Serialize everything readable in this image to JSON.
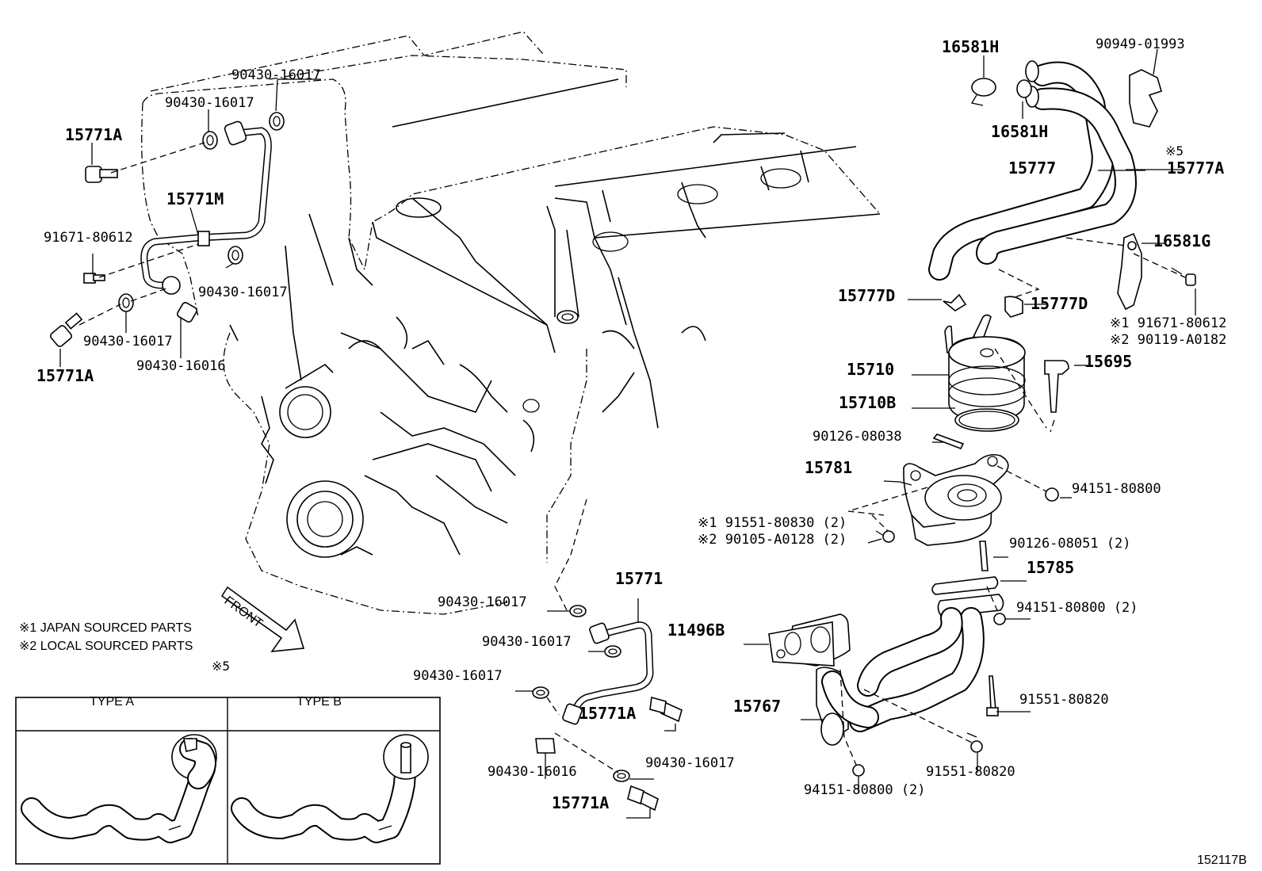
{
  "diagram_id": "152117B",
  "front_label": "FRONT",
  "notes": [
    "※1 JAPAN SOURCED PARTS",
    "※2 LOCAL SOURCED PARTS"
  ],
  "type_box": {
    "ref": "※5",
    "type_a": "TYPE A",
    "type_b": "TYPE B"
  },
  "labels": {
    "p90430_16017_top": "90430-16017",
    "p90430_16017_a": "90430-16017",
    "p15771a_tl": "15771A",
    "p15771m": "15771M",
    "p91671_80612": "91671-80612",
    "p90430_16017_b": "90430-16017",
    "p90430_16017_c": "90430-16017",
    "p90430_16016_tl": "90430-16016",
    "p15771a_l": "15771A",
    "p16581h_a": "16581H",
    "p16581h_b": "16581H",
    "p90949_01993": "90949-01993",
    "ref5": "※5",
    "p15777": "15777",
    "p15777a": "15777A",
    "p16581g": "16581G",
    "p15777d_l": "15777D",
    "p15777d_r": "15777D",
    "p91671_80612_r": "※1 91671-80612",
    "p90119_a0182": "※2 90119-A0182",
    "p15710": "15710",
    "p15695": "15695",
    "p15710b": "15710B",
    "p90126_08038": "90126-08038",
    "p15781": "15781",
    "p94151_80800_a": "94151-80800",
    "p91551_80830": "※1 91551-80830 (2)",
    "p90105_a0128": "※2 90105-A0128 (2)",
    "p90126_08051": "90126-08051 (2)",
    "p15785": "15785",
    "p15771": "15771",
    "p90430_16017_d": "90430-16017",
    "p90430_16017_e": "90430-16017",
    "p94151_80800_b": "94151-80800 (2)",
    "p11496b": "11496B",
    "p90430_16017_f": "90430-16017",
    "p15771a_m": "15771A",
    "p91551_80820_a": "91551-80820",
    "p15767": "15767",
    "p90430_16016_b": "90430-16016",
    "p90430_16017_g": "90430-16017",
    "p15771a_b": "15771A",
    "p94151_80800_c": "94151-80800 (2)",
    "p91551_80820_b": "91551-80820"
  }
}
